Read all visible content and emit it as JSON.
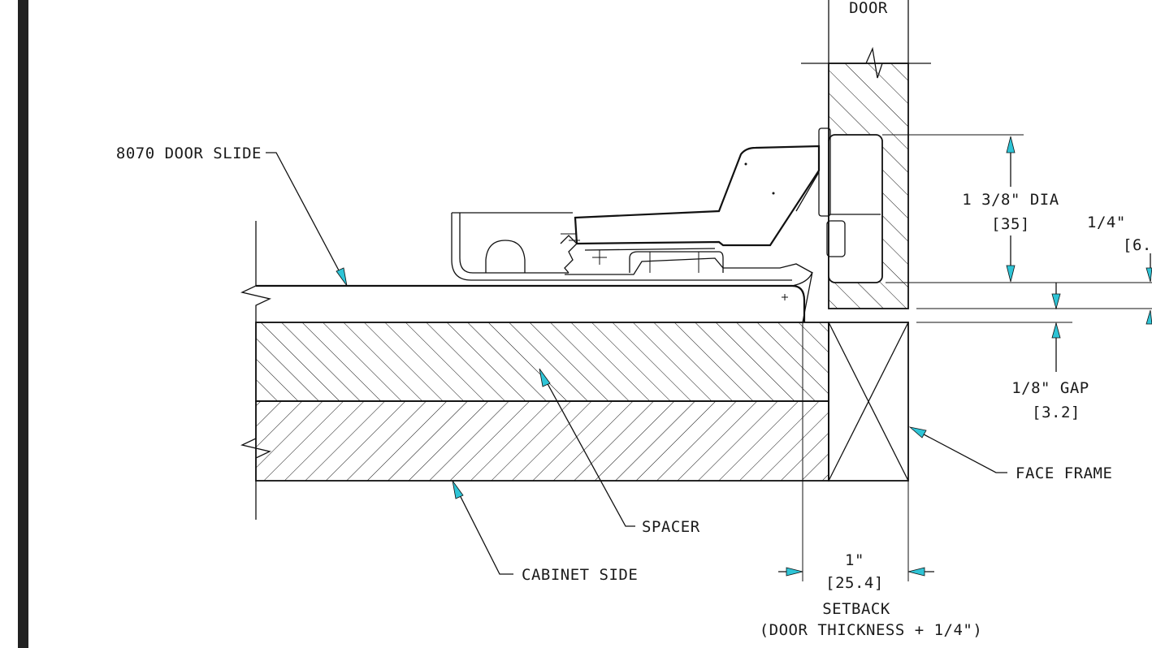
{
  "labels": {
    "door": "DOOR",
    "door_slide": "8070 DOOR SLIDE",
    "dia_value": "1 3/8\" DIA",
    "dia_metric": "[35]",
    "quarter_value": "1/4\"",
    "quarter_metric": "[6.",
    "gap_value": "1/8\" GAP",
    "gap_metric": "[3.2]",
    "face_frame": "FACE FRAME",
    "spacer": "SPACER",
    "cabinet_side": "CABINET SIDE",
    "setback_value": "1\"",
    "setback_metric": "[25.4]",
    "setback_title": "SETBACK",
    "setback_note": "(DOOR THICKNESS + 1/4\")"
  },
  "colors": {
    "line": "#111111",
    "arrow": "#2ec4d6",
    "frame_bar": "#222222"
  }
}
